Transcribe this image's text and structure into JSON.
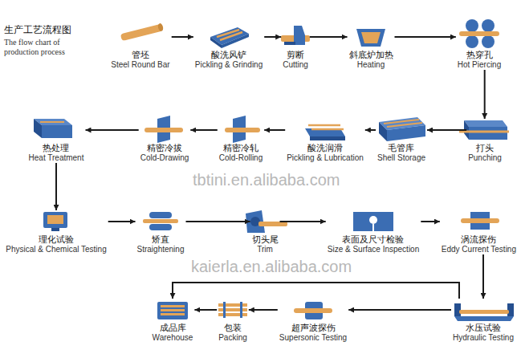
{
  "diagram": {
    "title": "生产工艺流程图",
    "nodes": [
      {
        "text": [
          "管坯",
          "Steel Round Bar"
        ]
      },
      {
        "text": [
          "酸洗风铲",
          "Pickling & Grinding"
        ]
      },
      {
        "text": [
          "剪断",
          "Cutting"
        ]
      },
      {
        "text": [
          "斜底炉加热",
          "Heating"
        ]
      },
      {
        "text": [
          "热穿孔",
          "Hot Piercing"
        ]
      },
      {
        "text": [
          "打头",
          "Punching"
        ]
      },
      {
        "text": [
          "毛管库",
          "Shell Storage"
        ]
      },
      {
        "text": [
          "酸洗润滑",
          "Pickling & Lubrication"
        ]
      },
      {
        "text": [
          "精密冷轧",
          "Cold-Rolling"
        ]
      },
      {
        "text": [
          "精密冷拔",
          "Cold-Drawing"
        ]
      },
      {
        "text": [
          "热处理",
          "Heat Treatment"
        ]
      },
      {
        "text": [
          "理化试验",
          "Physical & Chemical Testing"
        ]
      },
      {
        "text": [
          "矫直",
          "Straightening"
        ]
      },
      {
        "text": [
          "切头尾",
          "Trim"
        ]
      },
      {
        "text": [
          "表面及尺寸检验",
          "Size & Surface Inspection"
        ]
      },
      {
        "text": [
          "涡流探伤",
          "Eddy Current Testing"
        ]
      },
      {
        "text": [
          "水压试验",
          "Hydraulic Testing"
        ]
      },
      {
        "text": [
          "超声波探伤",
          "Supersonic Testing"
        ]
      },
      {
        "text": [
          "包装",
          "Packing"
        ]
      },
      {
        "text": [
          "成品库",
          "Warehouse"
        ]
      }
    ],
    "edges": [
      {
        "from": 0,
        "to": 1,
        "arrow": "to"
      },
      {
        "from": 1,
        "to": 2,
        "arrow": "to"
      },
      {
        "from": 2,
        "to": 3,
        "arrow": "to"
      },
      {
        "from": 3,
        "to": 4,
        "arrow": "to"
      },
      {
        "from": 4,
        "to": 5,
        "arrow": "to"
      },
      {
        "from": 5,
        "to": 6,
        "arrow": "to"
      },
      {
        "from": 6,
        "to": 7,
        "arrow": "to"
      },
      {
        "from": 7,
        "to": 8,
        "arrow": "to"
      },
      {
        "from": 8,
        "to": 9,
        "arrow": "to"
      },
      {
        "from": 9,
        "to": 10,
        "arrow": "to"
      },
      {
        "from": 10,
        "to": 11,
        "arrow": "to"
      },
      {
        "from": 11,
        "to": 12,
        "arrow": "to"
      },
      {
        "from": 12,
        "to": 13,
        "arrow": "to"
      },
      {
        "from": 13,
        "to": 14,
        "arrow": "to"
      },
      {
        "from": 14,
        "to": 15,
        "arrow": "to"
      },
      {
        "from": 15,
        "to": 16,
        "arrow": "to"
      },
      {
        "from": 16,
        "to": 17,
        "arrow": "to"
      },
      {
        "from": 17,
        "to": 18,
        "arrow": "to"
      },
      {
        "from": 18,
        "to": 19,
        "arrow": "to"
      },
      {
        "from": 16,
        "to": 19,
        "arrow": "to"
      }
    ],
    "labels": [
      "The flow chart of production process",
      "tbtini.en.alibaba.com",
      "kaierla.en.alibaba.com"
    ]
  }
}
